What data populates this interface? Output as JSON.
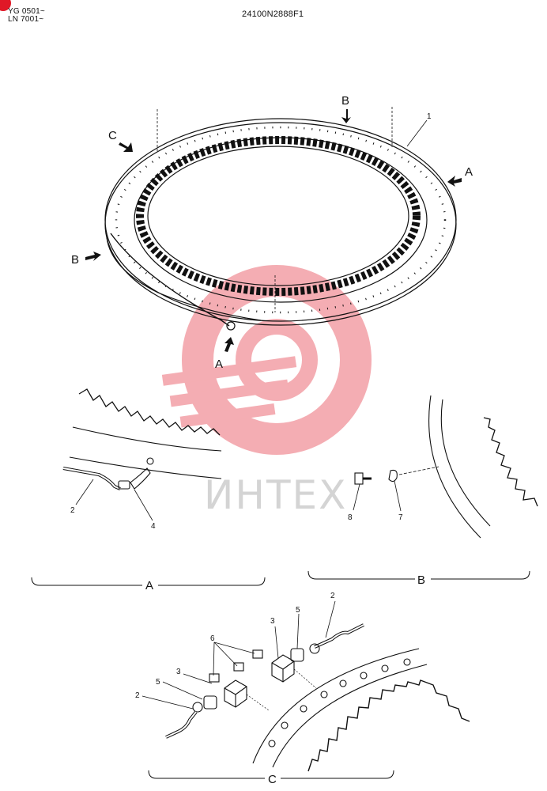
{
  "header": {
    "serial_line_1": "YG 0501~",
    "serial_line_2": "LN 7001~",
    "drawing_number": "24100N2888F1"
  },
  "watermark": {
    "text": "ИНТЕХ",
    "color": "#e01827"
  },
  "main_view": {
    "view_labels": {
      "a_right": "A",
      "a_bottom": "A",
      "b_top": "B",
      "b_left": "B",
      "c_left": "C"
    },
    "part_callout": "1"
  },
  "detail_a": {
    "title": "A",
    "callouts": [
      "2",
      "4"
    ]
  },
  "detail_b": {
    "title": "B",
    "callouts": [
      "8",
      "7"
    ]
  },
  "detail_c": {
    "title": "C",
    "callouts": [
      "2",
      "3",
      "5",
      "6",
      "3",
      "5",
      "2"
    ]
  }
}
